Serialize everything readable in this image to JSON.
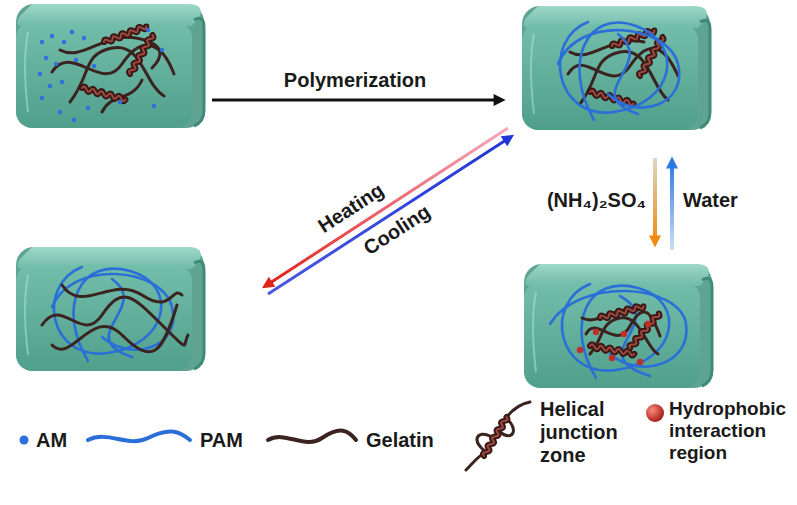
{
  "diagram": {
    "labels": [
      "Polymerization",
      "Heating",
      "Cooling",
      "(NH₄)₂SO₄",
      "Water"
    ],
    "legend": [
      {
        "text": "AM"
      },
      {
        "text": "PAM"
      },
      {
        "text": "Gelatin"
      },
      {
        "text": "Helical junction zone"
      },
      {
        "text": "Hydrophobic interaction region"
      }
    ]
  }
}
